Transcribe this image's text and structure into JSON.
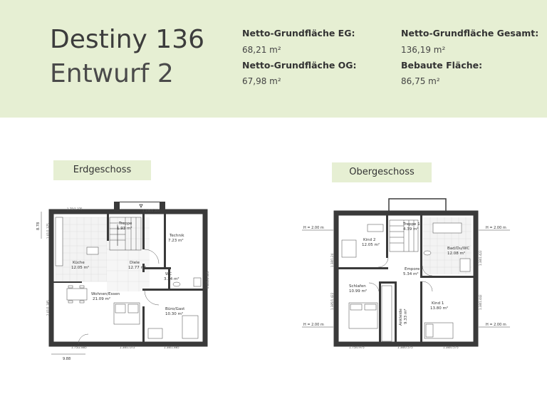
{
  "title": "Destiny 136",
  "subtitle": "Entwurf 2",
  "stats": {
    "eg_label": "Netto-Grundfläche EG:",
    "eg_value": "68,21 m²",
    "og_label": "Netto-Grundfläche OG:",
    "og_value": "67,98 m²",
    "total_label": "Netto-Grundfläche Gesamt:",
    "total_value": "136,19 m²",
    "built_label": "Bebaute Fläche:",
    "built_value": "86,75 m²"
  },
  "floors": {
    "eg": {
      "label": "Erdgeschoss",
      "width_label": "9.88",
      "depth_label": "8.78",
      "rooms": [
        {
          "name": "Treppe",
          "area": "1.93 m²"
        },
        {
          "name": "Technik",
          "area": "7.23 m²"
        },
        {
          "name": "Küche",
          "area": "12.05 m²"
        },
        {
          "name": "Diele",
          "area": "12.77 m²"
        },
        {
          "name": "WC",
          "area": "3.34 m²"
        },
        {
          "name": "Wohnen/Essen",
          "area": "21.09 m²"
        },
        {
          "name": "Büro/Gast",
          "area": "10.30 m²"
        }
      ],
      "dims": [
        "1.75/1.375",
        "1.135/2.225",
        "1.75/2.885",
        "1.38/1.072",
        "1.38/1.885",
        "2.01/1.385",
        "1.01/1.375",
        "0.885/2.385",
        "0.885/1.385"
      ]
    },
    "og": {
      "label": "Obergeschoss",
      "rooms": [
        {
          "name": "Treppe 1",
          "area": "4.39 m²"
        },
        {
          "name": "Kind 2",
          "area": "12.05 m²"
        },
        {
          "name": "Bad/Du/WC",
          "area": "12.08 m²"
        },
        {
          "name": "Empore",
          "area": "5.34 m²"
        },
        {
          "name": "Schlafen",
          "area": "10.99 m²"
        },
        {
          "name": "Ankleide",
          "area": "9.33 m²"
        },
        {
          "name": "Kind 1",
          "area": "13.80 m²"
        }
      ],
      "heights": [
        "H = 2.00 m",
        "H = 2.00 m",
        "H = 2.00 m",
        "H = 2.00 m"
      ],
      "dims": [
        "1.75/0.975",
        "1.38/0.575",
        "1.38/0.575",
        "1.38/1.24",
        "1.385/1.422",
        "1.38/1.422",
        "1.38/1.442"
      ]
    }
  }
}
